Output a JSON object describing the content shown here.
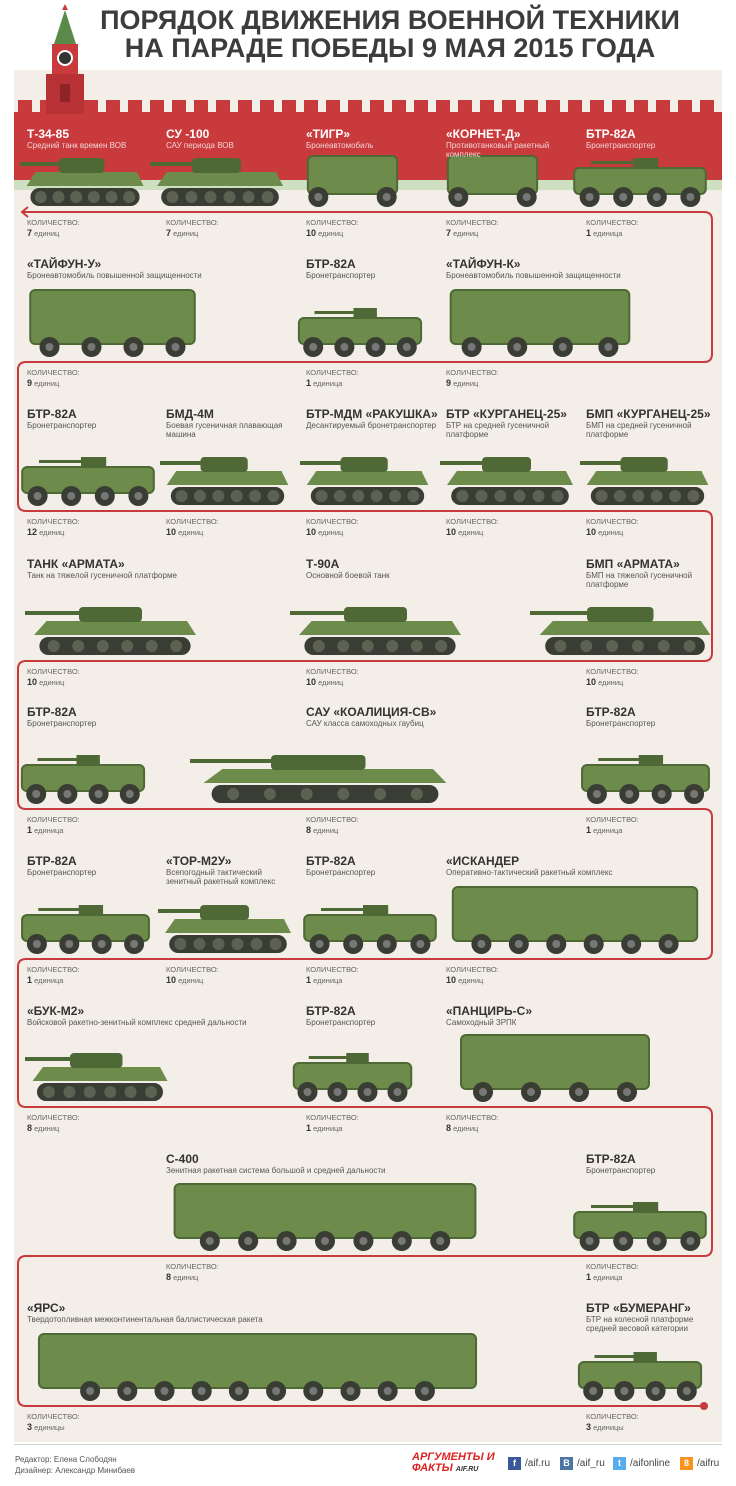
{
  "title": [
    "ПОРЯДОК ДВИЖЕНИЯ ВОЕННОЙ ТЕХНИКИ",
    "НА ПАРАДЕ ПОБЕДЫ 9 МАЯ 2015 ГОДА"
  ],
  "quantity_label": "КОЛИЧЕСТВО:",
  "colors": {
    "wall": "#c93a3d",
    "route": "#c93a3d",
    "vehicle": "#6d8b4b",
    "background": "#f3efe8"
  },
  "rows": [
    [
      {
        "name": "Т-34-85",
        "desc": "Средний танк времен ВОВ",
        "qty": "7",
        "unit": "единиц",
        "kind": "tank"
      },
      {
        "name": "СУ -100",
        "desc": "САУ периода ВОВ",
        "qty": "7",
        "unit": "единиц",
        "kind": "tank"
      },
      {
        "name": "«ТИГР»",
        "desc": "Бронеавтомобиль",
        "qty": "10",
        "unit": "единиц",
        "kind": "car"
      },
      {
        "name": "«КОРНЕТ-Д»",
        "desc": "Противотанковый ракетный комплекс",
        "qty": "7",
        "unit": "единиц",
        "kind": "car"
      },
      {
        "name": "БТР-82А",
        "desc": "Бронетранспортер",
        "qty": "1",
        "unit": "единица",
        "kind": "apc"
      }
    ],
    [
      {
        "name": "«ТАЙФУН-У»",
        "desc": "Бронеавтомобиль повышенной защищенности",
        "qty": "9",
        "unit": "единиц",
        "kind": "truck"
      },
      {
        "name": "БТР-82А",
        "desc": "Бронетранспортер",
        "qty": "1",
        "unit": "единица",
        "kind": "apc"
      },
      {
        "name": "«ТАЙФУН-К»",
        "desc": "Бронеавтомобиль повышенной защищенности",
        "qty": "9",
        "unit": "единиц",
        "kind": "truck"
      }
    ],
    [
      {
        "name": "БТР-82А",
        "desc": "Бронетранспортер",
        "qty": "12",
        "unit": "единиц",
        "kind": "apc"
      },
      {
        "name": "БМД-4М",
        "desc": "Боевая гусеничная плавающая машина",
        "qty": "10",
        "unit": "единиц",
        "kind": "tank"
      },
      {
        "name": "БТР-МДМ «РАКУШКА»",
        "desc": "Десантируемый бронетранспортер",
        "qty": "10",
        "unit": "единиц",
        "kind": "tank"
      },
      {
        "name": "БТР «КУРГАНЕЦ-25»",
        "desc": "БТР на средней гусеничной платформе",
        "qty": "10",
        "unit": "единиц",
        "kind": "tank"
      },
      {
        "name": "БМП «КУРГАНЕЦ-25»",
        "desc": "БМП на средней гусеничной платформе",
        "qty": "10",
        "unit": "единиц",
        "kind": "tank"
      }
    ],
    [
      {
        "name": "ТАНК «АРМАТА»",
        "desc": "Танк на тяжелой гусеничной платформе",
        "qty": "10",
        "unit": "единиц",
        "kind": "tank"
      },
      {
        "name": "Т-90А",
        "desc": "Основной боевой танк",
        "qty": "10",
        "unit": "единиц",
        "kind": "tank"
      },
      {
        "name": "БМП «АРМАТА»",
        "desc": "БМП на тяжелой гусеничной платформе",
        "qty": "10",
        "unit": "единиц",
        "kind": "tank"
      }
    ],
    [
      {
        "name": "БТР-82А",
        "desc": "Бронетранспортер",
        "qty": "1",
        "unit": "единица",
        "kind": "apc"
      },
      {
        "name": "САУ «КОАЛИЦИЯ-СВ»",
        "desc": "САУ класса самоходных гаубиц",
        "qty": "8",
        "unit": "единиц",
        "kind": "tank"
      },
      {
        "name": "БТР-82А",
        "desc": "Бронетранспортер",
        "qty": "1",
        "unit": "единица",
        "kind": "apc"
      }
    ],
    [
      {
        "name": "БТР-82А",
        "desc": "Бронетранспортер",
        "qty": "1",
        "unit": "единица",
        "kind": "apc"
      },
      {
        "name": "«ТОР-М2У»",
        "desc": "Всепогодный тактический зенитный ракетный комплекс",
        "qty": "10",
        "unit": "единиц",
        "kind": "tank"
      },
      {
        "name": "БТР-82А",
        "desc": "Бронетранспортер",
        "qty": "1",
        "unit": "единица",
        "kind": "apc"
      },
      {
        "name": "«ИСКАНДЕР",
        "desc": "Оперативно-тактический ракетный комплекс",
        "qty": "10",
        "unit": "единиц",
        "kind": "truck"
      }
    ],
    [
      {
        "name": "«БУК-М2»",
        "desc": "Войсковой ракетно-зенитный комплекс средней дальности",
        "qty": "8",
        "unit": "единиц",
        "kind": "tank"
      },
      {
        "name": "БТР-82А",
        "desc": "Бронетранспортер",
        "qty": "1",
        "unit": "единица",
        "kind": "apc"
      },
      {
        "name": "«ПАНЦИРЬ-С»",
        "desc": "Самоходный ЗРПК",
        "qty": "8",
        "unit": "единиц",
        "kind": "truck"
      }
    ],
    [
      {
        "name": "С-400",
        "desc": "Зенитная ракетная система большой и средней дальности",
        "qty": "8",
        "unit": "единиц",
        "kind": "truck"
      },
      {
        "name": "БТР-82А",
        "desc": "Бронетранспортер",
        "qty": "1",
        "unit": "единица",
        "kind": "apc"
      }
    ],
    [
      {
        "name": "«ЯРС»",
        "desc": "Твердотопливная межконтинентальная баллистическая ракета",
        "qty": "3",
        "unit": "единицы",
        "kind": "truck"
      },
      {
        "name": "БТР «БУМЕРАНГ»",
        "desc": "БТР на колесной платформе средней весовой категории",
        "qty": "3",
        "unit": "единицы",
        "kind": "apc"
      }
    ]
  ],
  "footer": {
    "editor": "Редактор: Елена Слободян",
    "designer": "Дизайнер: Александр Минибаев",
    "logo": "АРГУМЕНТЫ И ФАКТЫ",
    "logo_site": "AIF.RU",
    "social": [
      {
        "icon": "facebook-icon",
        "label": "/aif.ru",
        "color": "#3b5998",
        "glyph": "f"
      },
      {
        "icon": "vk-icon",
        "label": "/aif_ru",
        "color": "#4c75a3",
        "glyph": "B"
      },
      {
        "icon": "twitter-icon",
        "label": "/aifonline",
        "color": "#55acee",
        "glyph": "t"
      },
      {
        "icon": "odnoklassniki-icon",
        "label": "/aifru",
        "color": "#f7931e",
        "glyph": "8"
      }
    ]
  }
}
